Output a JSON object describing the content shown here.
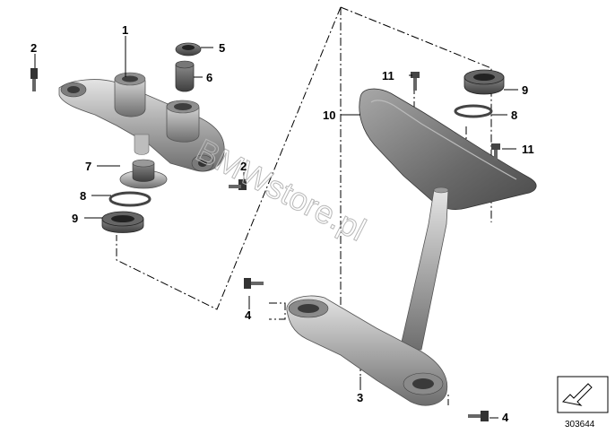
{
  "callouts": {
    "c1": "1",
    "c2a": "2",
    "c2b": "2",
    "c3": "3",
    "c4a": "4",
    "c4b": "4",
    "c5": "5",
    "c6": "6",
    "c7": "7",
    "c8a": "8",
    "c8b": "8",
    "c9a": "9",
    "c9b": "9",
    "c10": "10",
    "c11a": "11",
    "c11b": "11"
  },
  "watermark": "BMWstore.pl",
  "diagram_id": "303644",
  "colors": {
    "part_light": "#c9c9c9",
    "part_mid": "#9a9a9a",
    "part_dark": "#5a5a5a",
    "line": "#000000"
  }
}
